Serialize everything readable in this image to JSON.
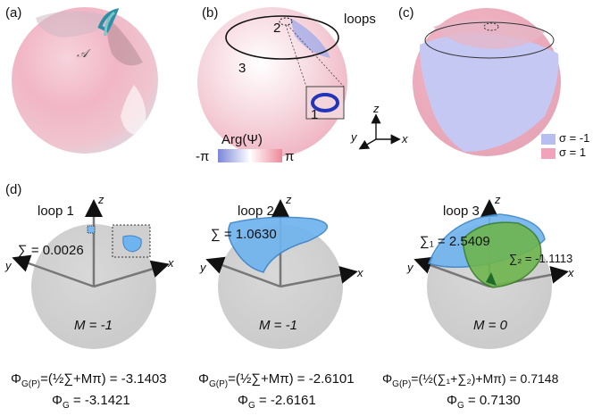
{
  "panel_labels": {
    "a": "(a)",
    "b": "(b)",
    "c": "(c)",
    "d": "(d)"
  },
  "panel_a": {
    "vector_potential_symbol": "𝒜"
  },
  "panel_b": {
    "loops_title": "loops",
    "loop_numbers": [
      "1",
      "2",
      "3"
    ],
    "axes": {
      "x": "x",
      "y": "y",
      "z": "z"
    }
  },
  "colorbar": {
    "title": "Arg(Ψ)",
    "min_label": "-π",
    "max_label": "π",
    "colors": [
      "#7b86d9",
      "#ffffff",
      "#ee8899"
    ]
  },
  "panel_c": {
    "legend": [
      {
        "label": "σ = -1",
        "color": "#b8bff0"
      },
      {
        "label": "σ = 1",
        "color": "#f0a3bb"
      }
    ]
  },
  "panel_d": {
    "loops": [
      {
        "title": "loop 1",
        "area_label": "∑ = 0.0026",
        "M_label": "M = -1",
        "phi_gp_label": "Φ",
        "phi_gp_sub": "G(P)",
        "phi_gp_expr": "=(½∑+Mπ) = -3.1403",
        "phi_g_label": "Φ",
        "phi_g_sub": "G",
        "phi_g_value": " = -3.1421"
      },
      {
        "title": "loop 2",
        "area_label": "∑ = 1.0630",
        "M_label": "M = -1",
        "phi_gp_label": "Φ",
        "phi_gp_sub": "G(P)",
        "phi_gp_expr": "=(½∑+Mπ) = -2.6101",
        "phi_g_label": "Φ",
        "phi_g_sub": "G",
        "phi_g_value": " = -2.6161"
      },
      {
        "title": "loop 3",
        "area1_label": "∑₁ = 2.5409",
        "area2_label": "∑₂ = -1.1113",
        "M_label": "M = 0",
        "phi_gp_label": "Φ",
        "phi_gp_sub": "G(P)",
        "phi_gp_expr": "=(½(∑₁+∑₂)+Mπ) = 0.7148",
        "phi_g_label": "Φ",
        "phi_g_sub": "G",
        "phi_g_value": " = 0.7130"
      }
    ],
    "axes": {
      "x": "x",
      "y": "y",
      "z": "z"
    }
  }
}
